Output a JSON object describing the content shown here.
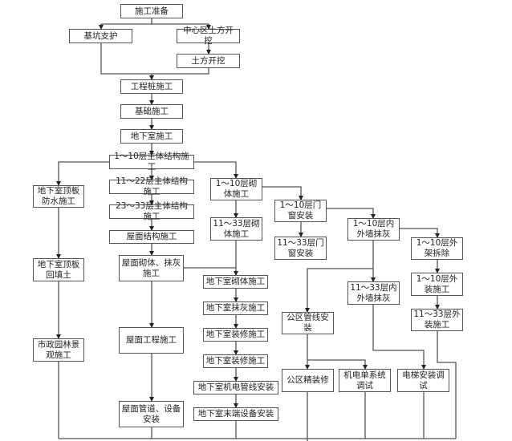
{
  "title": "施工流程图",
  "nodes": {
    "prep": "施工准备",
    "pit_support": "基坑支护",
    "center_earthwork": "中心区土方开挖",
    "earthwork": "土方开挖",
    "piles": "工程桩施工",
    "foundation": "基础施工",
    "basement": "地下室施工",
    "main_1_10": "1～10层主体结构施工",
    "roof_waterproof": "地下室顶板防水施工",
    "main_11_22": "11～22层主体结构施工",
    "main_23_33": "23～33层主体结构施工",
    "roof_structure": "屋面结构施工",
    "roof_masonry": "屋面砌体、抹灰施工",
    "roof_engineering": "屋面工程施工",
    "roof_pipes": "屋面管道、设备安装",
    "roof_backfill": "地下室顶板回填土",
    "landscape": "市政园林景观施工",
    "masonry_1_10": "1～10层砌体施工",
    "masonry_11_33": "11～33层砌体施工",
    "b_masonry": "地下室砌体施工",
    "b_plaster": "地下室抹灰施工",
    "b_decor1": "地下室装修施工",
    "b_decor2": "地下室装修施工",
    "b_mep": "地下室机电管线安装",
    "b_terminal": "地下室末端设备安装",
    "windows_1_10": "1～10层门窗安装",
    "windows_11_33": "11～33层门窗安装",
    "plaster_1_10": "1～10层内外墙抹灰",
    "plaster_11_33": "11～33层内外墙抹灰",
    "scaffold_1_10": "1～10层外架拆除",
    "facade_1_10": "1～10层外装施工",
    "facade_11_33": "11～33层外装施工",
    "public_pipes": "公区管线安装",
    "public_finish": "公区精装修",
    "mep_test": "机电单系统调试",
    "elevator": "电梯安装调试"
  }
}
